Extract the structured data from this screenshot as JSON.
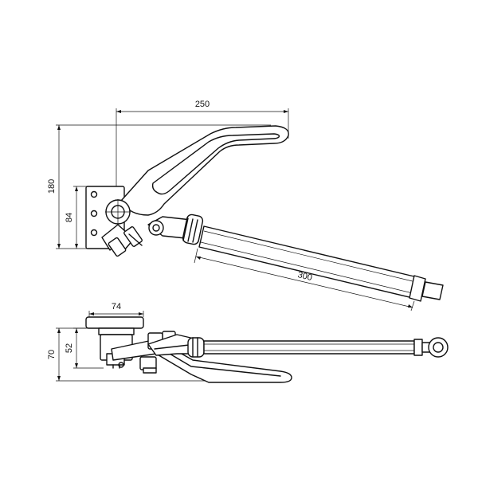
{
  "dimensions": {
    "width_total": "250",
    "height_total": "180",
    "height_mount": "84",
    "rod_length": "300",
    "base_width": "74",
    "side_height_total": "70",
    "side_height_mount": "52"
  },
  "colors": {
    "line": "#111111",
    "background": "#ffffff"
  }
}
